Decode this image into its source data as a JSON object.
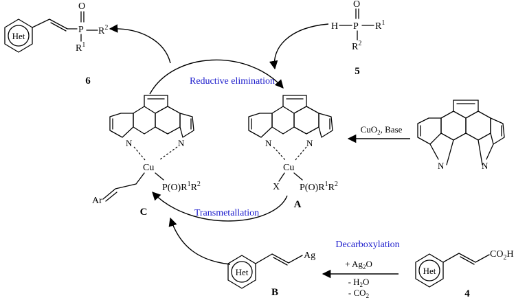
{
  "steps": {
    "reductive_elimination": "Reductive elimination",
    "transmetallation": "Transmetallation",
    "decarboxylation": "Decarboxylation"
  },
  "conditions": {
    "oxidation": {
      "text": "CuO",
      "sub": "2",
      "tail": ", Base"
    },
    "decarboxylation_reagent": {
      "text": "+ Ag",
      "sub": "2",
      "tail": "O"
    },
    "water_loss": {
      "text": "- H",
      "sub": "2",
      "tail": "O"
    },
    "co2_loss": {
      "text": "- CO",
      "sub": "2",
      "tail": ""
    }
  },
  "compounds": {
    "c6": {
      "number": "6",
      "ring": "Het",
      "p": "P",
      "o": "O",
      "r1": "R",
      "r1_sup": "1",
      "r2": "R",
      "r2_sup": "2"
    },
    "c5": {
      "number": "5",
      "h": "H",
      "p": "P",
      "o": "O",
      "r1": "R",
      "r1_sup": "1",
      "r2": "R",
      "r2_sup": "2"
    },
    "cA": {
      "label": "A",
      "n_left": "N",
      "n_right": "N",
      "metal": "Cu",
      "x": "X",
      "p_ligand": "P(O)R",
      "sup1": "1",
      "mid": "R",
      "sup2": "2"
    },
    "cC": {
      "label": "C",
      "n_left": "N",
      "n_right": "N",
      "metal": "Cu",
      "ar": "Ar",
      "p_ligand": "P(O)R",
      "sup1": "1",
      "mid": "R",
      "sup2": "2"
    },
    "phen": {
      "n_left": "N",
      "n_right": "N"
    },
    "cB": {
      "label": "B",
      "ring": "Het",
      "ag": "Ag"
    },
    "c4": {
      "number": "4",
      "ring": "Het",
      "acid": "CO",
      "acid_sub": "2",
      "acid_tail": "H"
    }
  }
}
